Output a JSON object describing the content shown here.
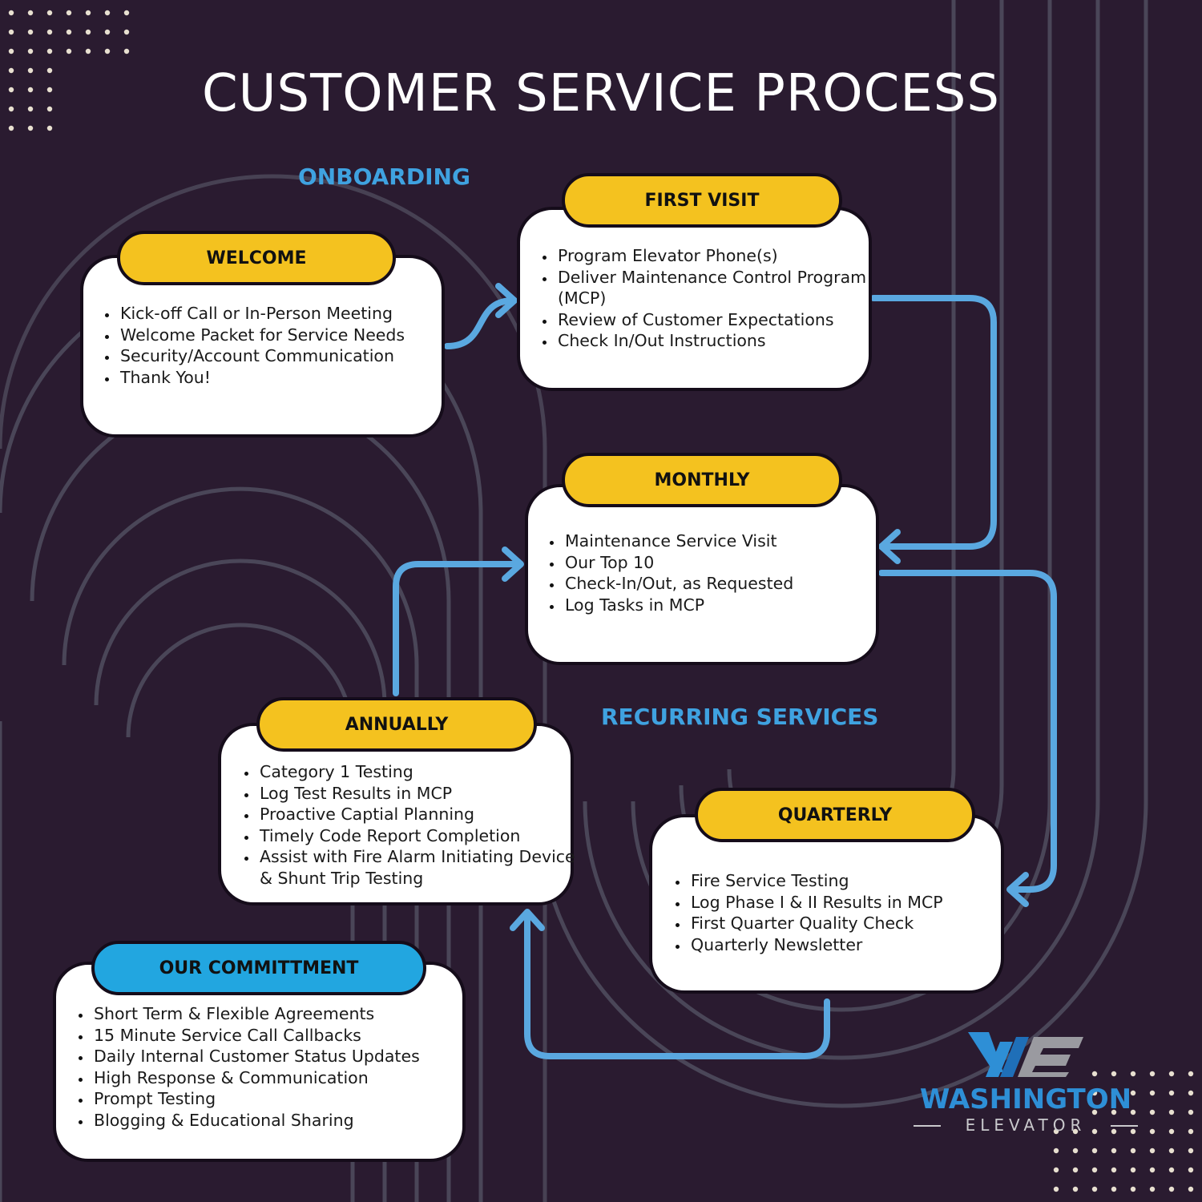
{
  "title": "CUSTOMER SERVICE PROCESS",
  "sections": {
    "onboarding": "ONBOARDING",
    "recurring": "RECURRING SERVICES"
  },
  "welcome": {
    "title": "WELCOME",
    "items": [
      "Kick-off Call or In-Person Meeting",
      "Welcome Packet for Service Needs",
      "Security/Account Communication",
      "Thank You!"
    ]
  },
  "first_visit": {
    "title": "FIRST VISIT",
    "items": [
      "Program Elevator Phone(s)",
      "Deliver Maintenance Control Program (MCP)",
      "Review of Customer Expectations",
      "Check In/Out Instructions"
    ]
  },
  "monthly": {
    "title": "MONTHLY",
    "items": [
      "Maintenance Service Visit",
      "Our Top 10",
      "Check-In/Out, as Requested",
      "Log Tasks in MCP"
    ]
  },
  "annually": {
    "title": "ANNUALLY",
    "items": [
      "Category 1 Testing",
      "Log Test Results in MCP",
      "Proactive Captial Planning",
      "Timely Code Report Completion",
      "Assist with Fire Alarm Initiating Device & Shunt Trip Testing"
    ]
  },
  "quarterly": {
    "title": "QUARTERLY",
    "items": [
      "Fire Service Testing",
      "Log Phase I & II Results in MCP",
      "First Quarter Quality Check",
      "Quarterly Newsletter"
    ]
  },
  "commitment": {
    "title": "OUR COMMITTMENT",
    "items": [
      "Short Term & Flexible Agreements",
      "15 Minute Service Call Callbacks",
      "Daily Internal Customer Status Updates",
      "High Response & Communication",
      "Prompt Testing",
      "Blogging & Educational Sharing"
    ]
  },
  "logo": {
    "name": "WASHINGTON",
    "sub": "ELEVATOR"
  },
  "colors": {
    "background": "#2a1b30",
    "accent_yellow": "#f4c21f",
    "accent_blue": "#3fa2e0",
    "card": "#ffffff"
  }
}
